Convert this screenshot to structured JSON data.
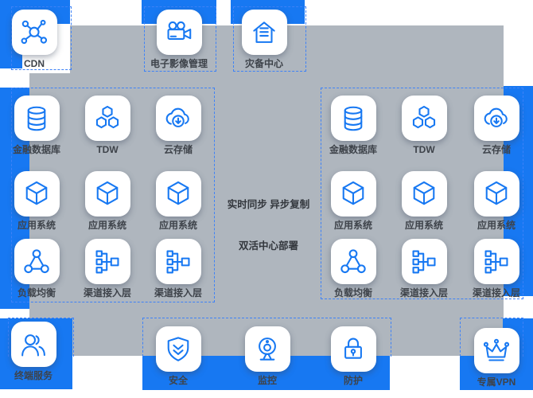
{
  "palette": {
    "accent": "#1778F2",
    "panel": "#AFB6BE",
    "label": "#3E434A",
    "dashed_border": "#3E82F7",
    "tile": "#FFFFFF"
  },
  "top_nodes": [
    {
      "label": "CDN",
      "icon": "cdn-network-icon"
    },
    {
      "label": "电子影像管理",
      "icon": "video-camera-icon"
    },
    {
      "label": "灾备中心",
      "icon": "datacenter-house-icon"
    }
  ],
  "left_cluster": {
    "items": [
      {
        "label": "金融数据库",
        "icon": "database-icon"
      },
      {
        "label": "TDW",
        "icon": "hexagon-cluster-icon"
      },
      {
        "label": "云存储",
        "icon": "cloud-download-icon"
      },
      {
        "label": "应用系统",
        "icon": "cube-icon"
      },
      {
        "label": "应用系统",
        "icon": "cube-icon"
      },
      {
        "label": "应用系统",
        "icon": "cube-icon"
      },
      {
        "label": "负载均衡",
        "icon": "load-balancer-icon"
      },
      {
        "label": "渠道接入层",
        "icon": "access-tree-icon"
      },
      {
        "label": "渠道接入层",
        "icon": "access-tree-icon"
      }
    ]
  },
  "right_cluster": {
    "items": [
      {
        "label": "金融数据库",
        "icon": "database-icon"
      },
      {
        "label": "TDW",
        "icon": "hexagon-cluster-icon"
      },
      {
        "label": "云存储",
        "icon": "cloud-download-icon"
      },
      {
        "label": "应用系统",
        "icon": "cube-icon"
      },
      {
        "label": "应用系统",
        "icon": "cube-icon"
      },
      {
        "label": "应用系统",
        "icon": "cube-icon"
      },
      {
        "label": "负载均衡",
        "icon": "load-balancer-icon"
      },
      {
        "label": "渠道接入层",
        "icon": "access-tree-icon"
      },
      {
        "label": "渠道接入层",
        "icon": "access-tree-icon"
      }
    ]
  },
  "center_notes": {
    "sync": "实时同步 异步复制",
    "deploy": "双活中心部署"
  },
  "bottom_nodes": [
    {
      "label": "终端服务",
      "icon": "users-icon"
    },
    {
      "label": "安全",
      "icon": "shield-check-icon"
    },
    {
      "label": "监控",
      "icon": "webcam-icon"
    },
    {
      "label": "防护",
      "icon": "padlock-icon"
    },
    {
      "label": "专属VPN",
      "icon": "crown-icon"
    }
  ]
}
